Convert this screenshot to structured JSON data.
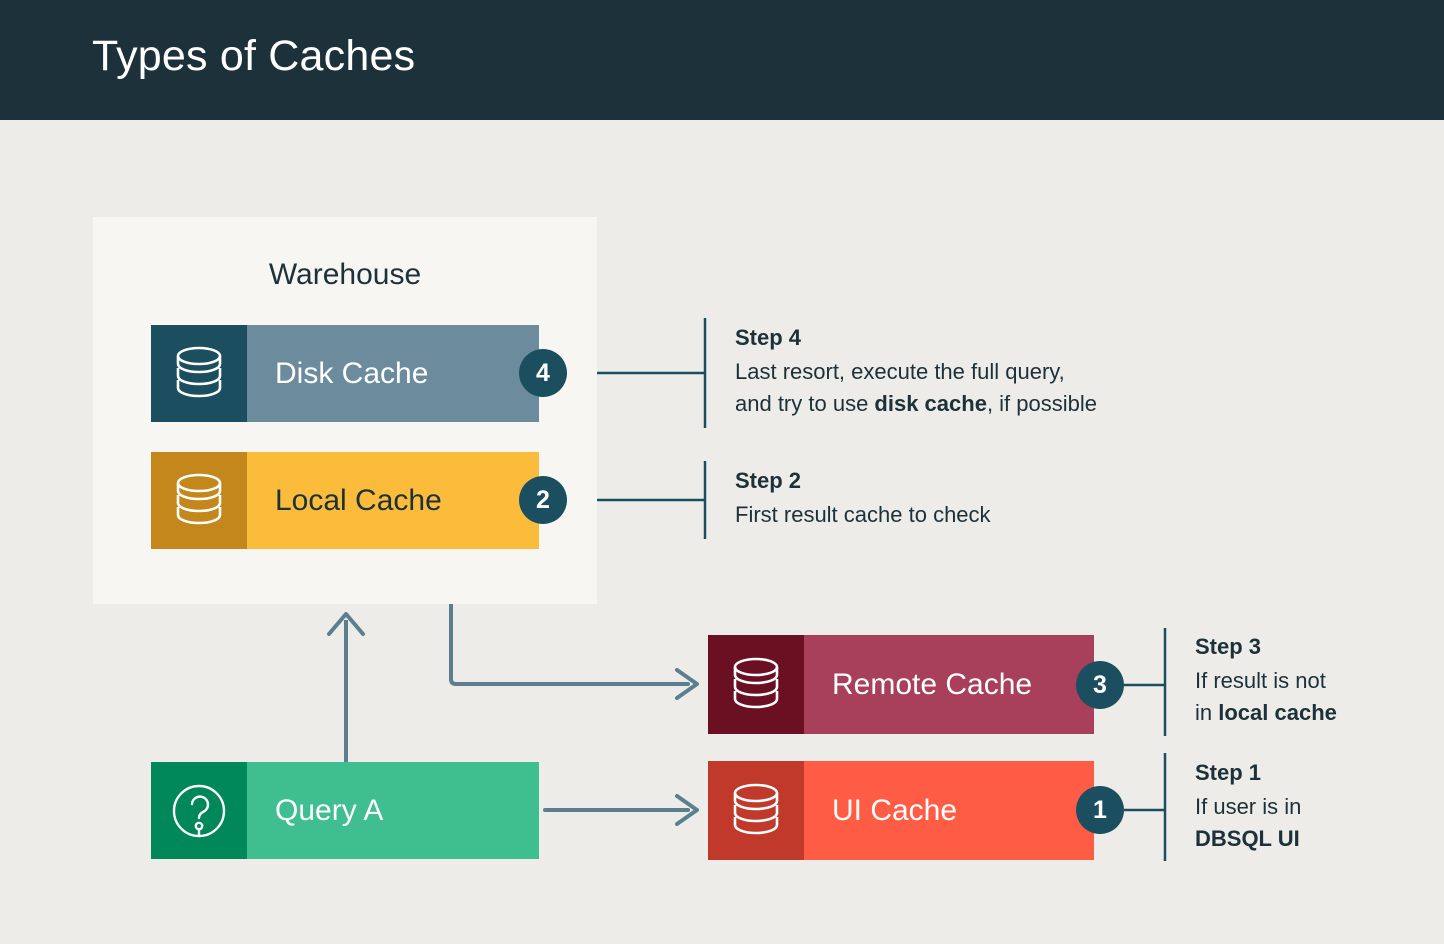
{
  "header": {
    "title": "Types of Caches"
  },
  "colors": {
    "page_background": "#edece8",
    "header_background": "#1c3139",
    "warehouse_panel": "#f7f6f2",
    "badge": "#1b4f5f",
    "connector": "#5b7f8f",
    "disk_cache_body": "#6c8c9d",
    "disk_cache_icon": "#1b4f5f",
    "local_cache_body": "#fbbc3c",
    "local_cache_icon": "#c4871b",
    "remote_cache_body": "#a83f5b",
    "remote_cache_icon": "#6b0f22",
    "ui_cache_body": "#ff5c45",
    "ui_cache_icon": "#c0392b",
    "query_body": "#3fbf8f",
    "query_icon": "#00875a",
    "text_dark": "#1c3139",
    "text_light": "#ffffff"
  },
  "warehouse": {
    "label": "Warehouse"
  },
  "bars": {
    "disk_cache": {
      "label": "Disk Cache",
      "icon": "database-icon",
      "badge": "4"
    },
    "local_cache": {
      "label": "Local Cache",
      "icon": "database-icon",
      "badge": "2"
    },
    "remote_cache": {
      "label": "Remote Cache",
      "icon": "database-icon",
      "badge": "3"
    },
    "ui_cache": {
      "label": "UI Cache",
      "icon": "database-icon",
      "badge": "1"
    },
    "query_a": {
      "label": "Query A",
      "icon": "question-circle-icon"
    }
  },
  "steps": {
    "step4": {
      "title": "Step 4",
      "line1": "Last resort, execute the full query,",
      "line2_pre": "and try to use ",
      "line2_bold": "disk cache",
      "line2_post": ", if possible"
    },
    "step2": {
      "title": "Step 2",
      "line1": "First result cache to check"
    },
    "step3": {
      "title": "Step 3",
      "line1": "If result is not",
      "line2_pre": "in ",
      "line2_bold": "local cache"
    },
    "step1": {
      "title": "Step 1",
      "line1": "If user is in",
      "line2_bold": "DBSQL UI"
    }
  },
  "connectors": [
    {
      "name": "query-a-to-warehouse",
      "type": "arrow-up"
    },
    {
      "name": "local-cache-to-remote-cache",
      "type": "elbow-arrow-right"
    },
    {
      "name": "query-a-to-ui-cache",
      "type": "arrow-right"
    }
  ]
}
